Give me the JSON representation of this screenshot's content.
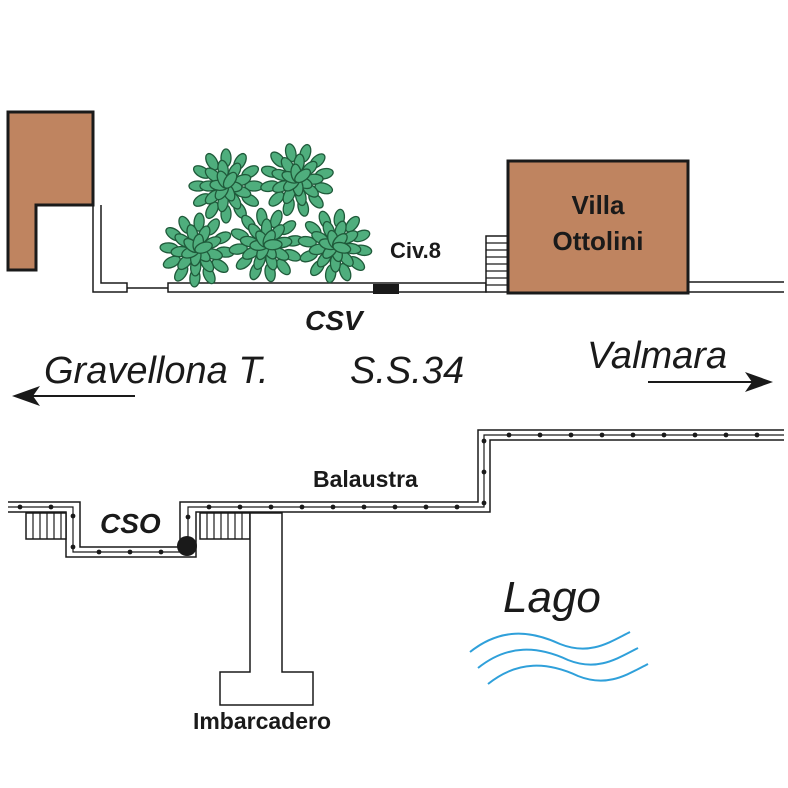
{
  "labels": {
    "villa_line1": "Villa",
    "villa_line2": "Ottolini",
    "civ": "Civ.8",
    "csv": "CSV",
    "left_place": "Gravellona T.",
    "road": "S.S.34",
    "right_place": "Valmara",
    "balaustra": "Balaustra",
    "cso": "CSO",
    "lago": "Lago",
    "imbarcadero": "Imbarcadero"
  },
  "colors": {
    "building": "#bf8460",
    "outline": "#1a1a1a",
    "bush_dark": "#1f5a3a",
    "bush_light": "#4fae7d",
    "water": "#2fa0da"
  }
}
